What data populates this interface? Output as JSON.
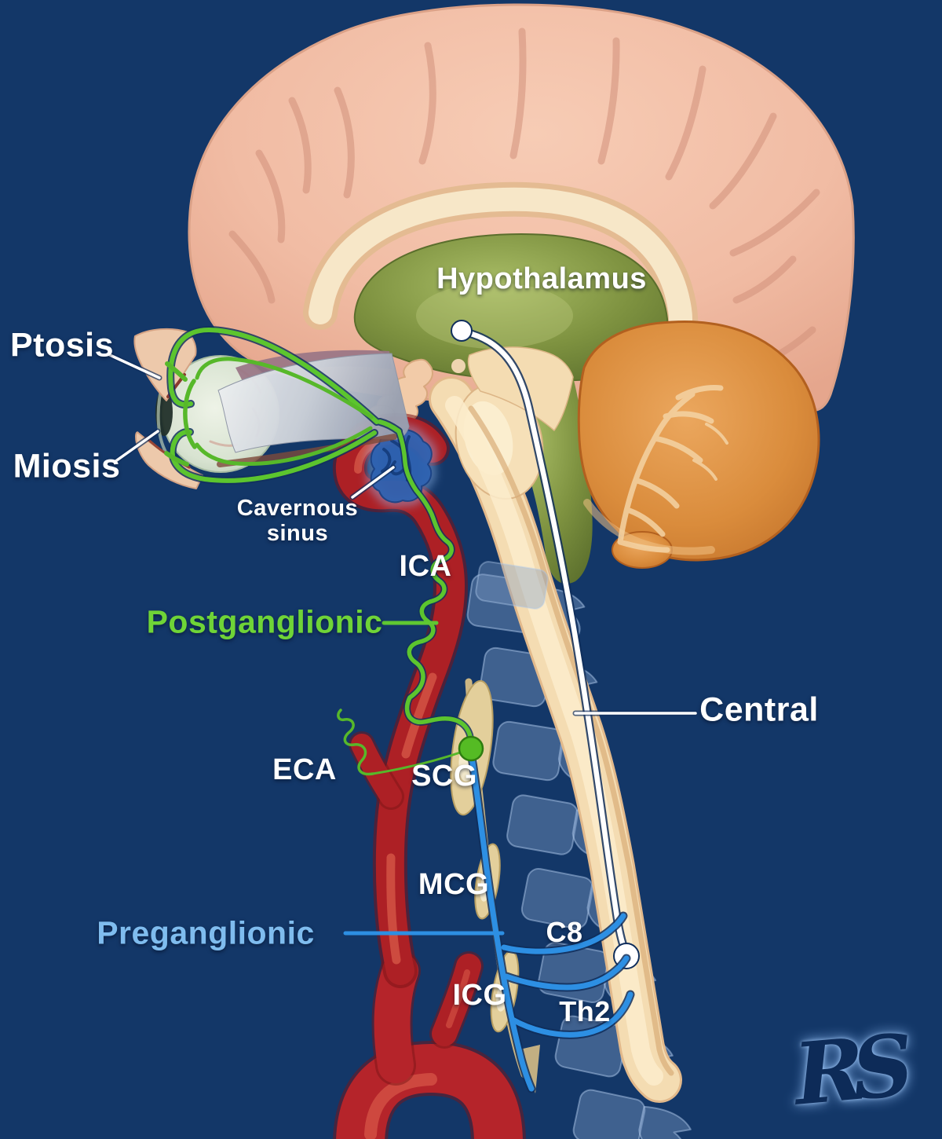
{
  "figure": {
    "watermark": "RS",
    "background_color": "#133768"
  },
  "labels": {
    "hypothalamus": "Hypothalamus",
    "ptosis": "Ptosis",
    "miosis": "Miosis",
    "cavernous_sinus": "Cavernous sinus",
    "ica": "ICA",
    "eca": "ECA",
    "scg": "SCG",
    "mcg": "MCG",
    "icg": "ICG",
    "c8": "C8",
    "th2": "Th2",
    "central": "Central",
    "postganglionic": "Postganglionic",
    "preganglionic": "Preganglionic"
  },
  "colors": {
    "background": "#133768",
    "central_pathway": "#ffffff",
    "preganglionic_pathway": "#2d8fe3",
    "postganglionic_pathway": "#5cc52e",
    "preganglionic_label_text": "#7fbcee",
    "postganglionic_label_text": "#6fd437",
    "artery_red": "#ad2025",
    "ganglion_tan": "#d6bd85",
    "label_text": "#ffffff"
  }
}
